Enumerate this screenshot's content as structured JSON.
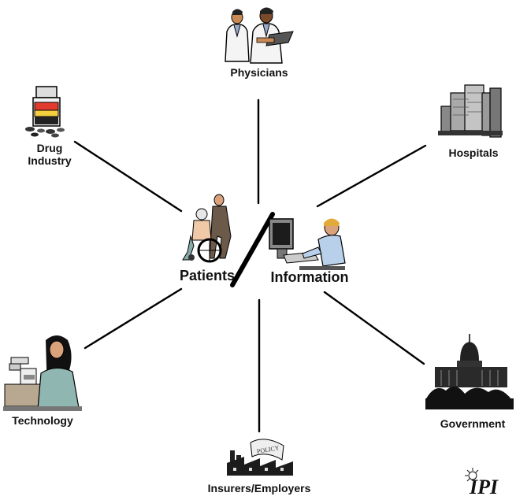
{
  "nodes": {
    "physicians": "Physicians",
    "drug_industry_line1": "Drug",
    "drug_industry_line2": "Industry",
    "hospitals": "Hospitals",
    "technology": "Technology",
    "government": "Government",
    "insurers_employers": "Insurers/Employers"
  },
  "center": {
    "patients": "Patients",
    "information": "Information"
  },
  "illustrations": {
    "policy_sign": "POLICY"
  },
  "logo": "IPI"
}
